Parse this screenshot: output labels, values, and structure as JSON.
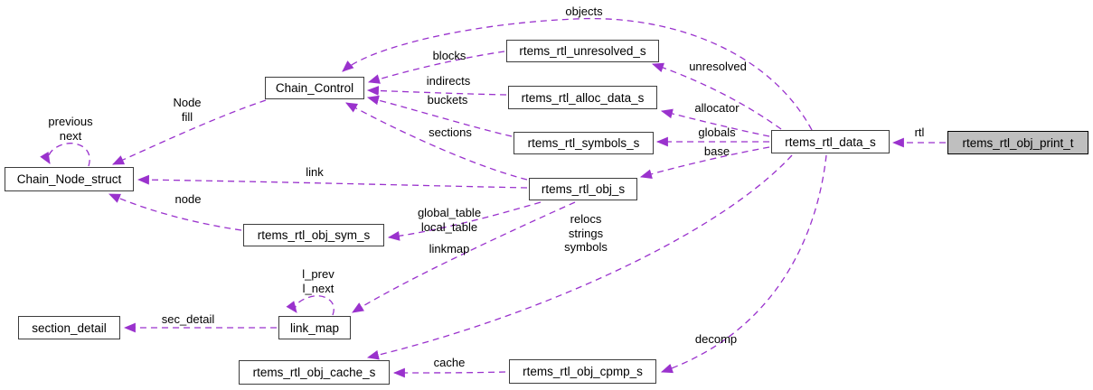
{
  "diagram": {
    "type": "doxygen-collaboration-graph",
    "colors": {
      "edge": "#9a32cd",
      "node_bg": "#ffffff",
      "node_border": "#3d3d3d",
      "highlight_bg": "#bfbfbf",
      "text": "#000000"
    },
    "nodes": {
      "chain_control": {
        "label": "Chain_Control"
      },
      "chain_node_struct": {
        "label": "Chain_Node_struct"
      },
      "rtems_rtl_unresolved_s": {
        "label": "rtems_rtl_unresolved_s"
      },
      "rtems_rtl_alloc_data_s": {
        "label": "rtems_rtl_alloc_data_s"
      },
      "rtems_rtl_symbols_s": {
        "label": "rtems_rtl_symbols_s"
      },
      "rtems_rtl_data_s": {
        "label": "rtems_rtl_data_s"
      },
      "rtems_rtl_obj_print_t": {
        "label": "rtems_rtl_obj_print_t"
      },
      "rtems_rtl_obj_s": {
        "label": "rtems_rtl_obj_s"
      },
      "rtems_rtl_obj_sym_s": {
        "label": "rtems_rtl_obj_sym_s"
      },
      "link_map": {
        "label": "link_map"
      },
      "section_detail": {
        "label": "section_detail"
      },
      "rtems_rtl_obj_cache_s": {
        "label": "rtems_rtl_obj_cache_s"
      },
      "rtems_rtl_obj_cpmp_s": {
        "label": "rtems_rtl_obj_cpmp_s"
      }
    },
    "edges": {
      "objects": {
        "label": "objects"
      },
      "blocks": {
        "label": "blocks"
      },
      "indirects": {
        "label": "indirects"
      },
      "buckets": {
        "label": "buckets"
      },
      "sections": {
        "label": "sections"
      },
      "unresolved": {
        "label": "unresolved"
      },
      "allocator": {
        "label": "allocator"
      },
      "globals": {
        "label": "globals"
      },
      "base": {
        "label": "base"
      },
      "rtl": {
        "label": "rtl"
      },
      "node_fill": {
        "line1": "Node",
        "line2": "fill"
      },
      "prev_next": {
        "line1": "previous",
        "line2": "next"
      },
      "link": {
        "label": "link"
      },
      "node": {
        "label": "node"
      },
      "tables": {
        "line1": "global_table",
        "line2": "local_table"
      },
      "linkmap": {
        "label": "linkmap"
      },
      "caches": {
        "line1": "relocs",
        "line2": "strings",
        "line3": "symbols"
      },
      "lprev_lnext": {
        "line1": "l_prev",
        "line2": "l_next"
      },
      "sec_detail": {
        "label": "sec_detail"
      },
      "cache": {
        "label": "cache"
      },
      "decomp": {
        "label": "decomp"
      }
    }
  }
}
